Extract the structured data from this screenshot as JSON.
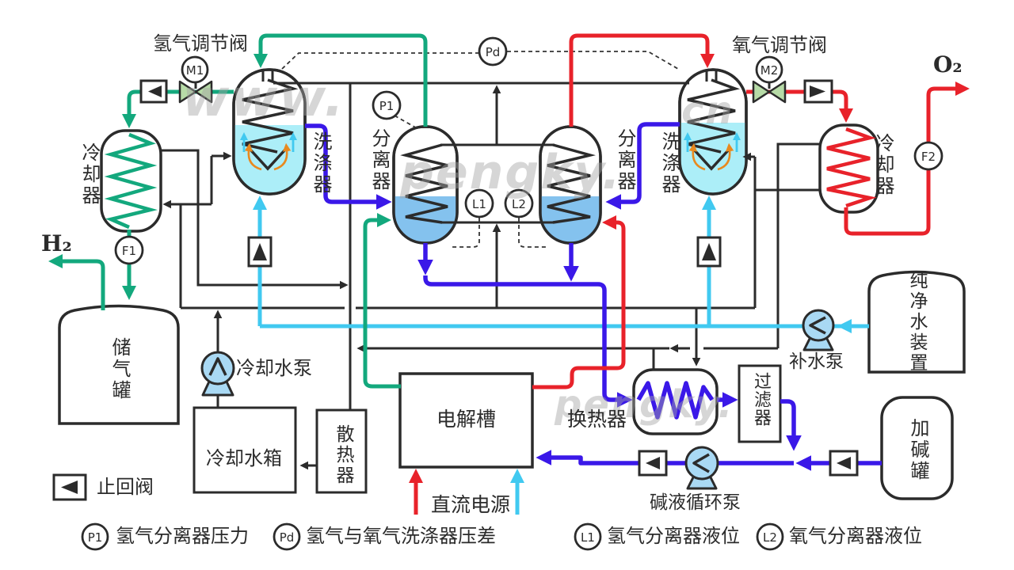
{
  "colors": {
    "hydrogen_line": "#13a87d",
    "oxygen_line": "#e8222a",
    "lye_line": "#3a18e8",
    "water_line": "#41c9f0",
    "pipe_black": "#2b2b2b",
    "separator_liquid": "#84c2ee",
    "scrubber_liquid": "#aceef8",
    "pump_fill": "#a9d9f4",
    "valve_fill": "#b7dba7",
    "internal_arrow_orange": "#e8891f"
  },
  "labels": {
    "hydrogen_valve": "氢气调节阀",
    "oxygen_valve": "氧气调节阀",
    "cooler_left": "冷却器",
    "cooler_right": "冷却器",
    "scrubber_left": "洗涤器",
    "scrubber_right": "洗涤器",
    "separator_left": "分离器",
    "separator_right": "分离器",
    "gas_tank": "储气罐",
    "cooling_pump": "冷却水泵",
    "cooling_tank": "冷却水箱",
    "radiator": "散热器",
    "electrolyzer": "电解槽",
    "dc_power": "直流电源",
    "heat_exchanger": "换热器",
    "filter": "过滤器",
    "water_pump": "补水泵",
    "pure_water_unit": "纯净水装置",
    "alkali_tank": "加碱罐",
    "lye_pump": "碱液循环泵",
    "check_valve": "止回阀",
    "h2": "H₂",
    "o2": "O₂"
  },
  "instruments": {
    "m1": "M1",
    "m2": "M2",
    "f1": "F1",
    "f2": "F2",
    "p1": "P1",
    "pd": "Pd",
    "l1": "L1",
    "l2": "L2"
  },
  "legend": [
    {
      "symbol": "P1",
      "text": "氢气分离器压力"
    },
    {
      "symbol": "Pd",
      "text": "氢气与氧气洗涤器压差"
    },
    {
      "symbol": "L1",
      "text": "氢气分离器液位"
    },
    {
      "symbol": "L2",
      "text": "氧气分离器液位"
    }
  ],
  "watermarks": {
    "w1": "www.",
    "w2": "pengky.",
    "w3": "cn",
    "w4": "pengky."
  }
}
